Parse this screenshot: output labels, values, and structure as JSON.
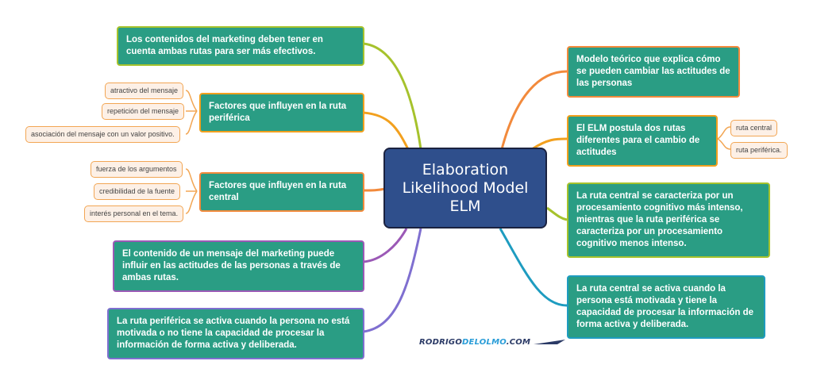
{
  "center": {
    "title": "Elaboration\nLikelihood Model\nELM"
  },
  "left": {
    "content_both_routes": "Los contenidos del marketing deben tener en cuenta ambas rutas para ser más efectivos.",
    "factors_peripheral": {
      "label": "Factores que influyen en la ruta periférica",
      "items": [
        "atractivo del mensaje",
        "repetición del mensaje",
        "asociación del mensaje con un valor positivo."
      ]
    },
    "factors_central": {
      "label": "Factores que influyen en la ruta central",
      "items": [
        "fuerza de los argumentos",
        "credibilidad de la fuente",
        "interés personal en el tema."
      ]
    },
    "content_influence": "El contenido de un mensaje del marketing puede influir en las actitudes de las personas a través de ambas rutas.",
    "peripheral_activation": "La ruta periférica se activa cuando la persona no está motivada o no tiene la capacidad de procesar la información de forma activa y deliberada."
  },
  "right": {
    "theoretical_model": "Modelo teórico que explica cómo se pueden cambiar las actitudes de las personas",
    "two_routes": {
      "label": "El ELM postula dos rutas diferentes para el cambio de actitudes",
      "items": [
        "ruta central",
        "ruta periférica."
      ]
    },
    "central_vs_peripheral": "La ruta central se caracteriza por un procesamiento cognitivo más intenso, mientras que la ruta periférica se caracteriza por un procesamiento cognitivo menos intenso.",
    "central_activation": "La ruta central se activa cuando la persona está motivada y tiene la capacidad de procesar la información de forma activa y deliberada."
  },
  "brand": {
    "part1": "RODRIGO",
    "part2": "DELOLMO",
    "part3": ".COM"
  },
  "colors": {
    "node_fill": "#2a9d84",
    "center_fill": "#2f4f8c",
    "leaf_fill": "#fdf0e6",
    "leaf_border": "#f2a654",
    "branch_green": "#a6c22c",
    "branch_orange": "#f28a3c",
    "branch_purple": "#9b59b6",
    "branch_violet": "#7f6fd0",
    "branch_teal": "#1e9cc0",
    "branch_yellow": "#f2a01e"
  }
}
